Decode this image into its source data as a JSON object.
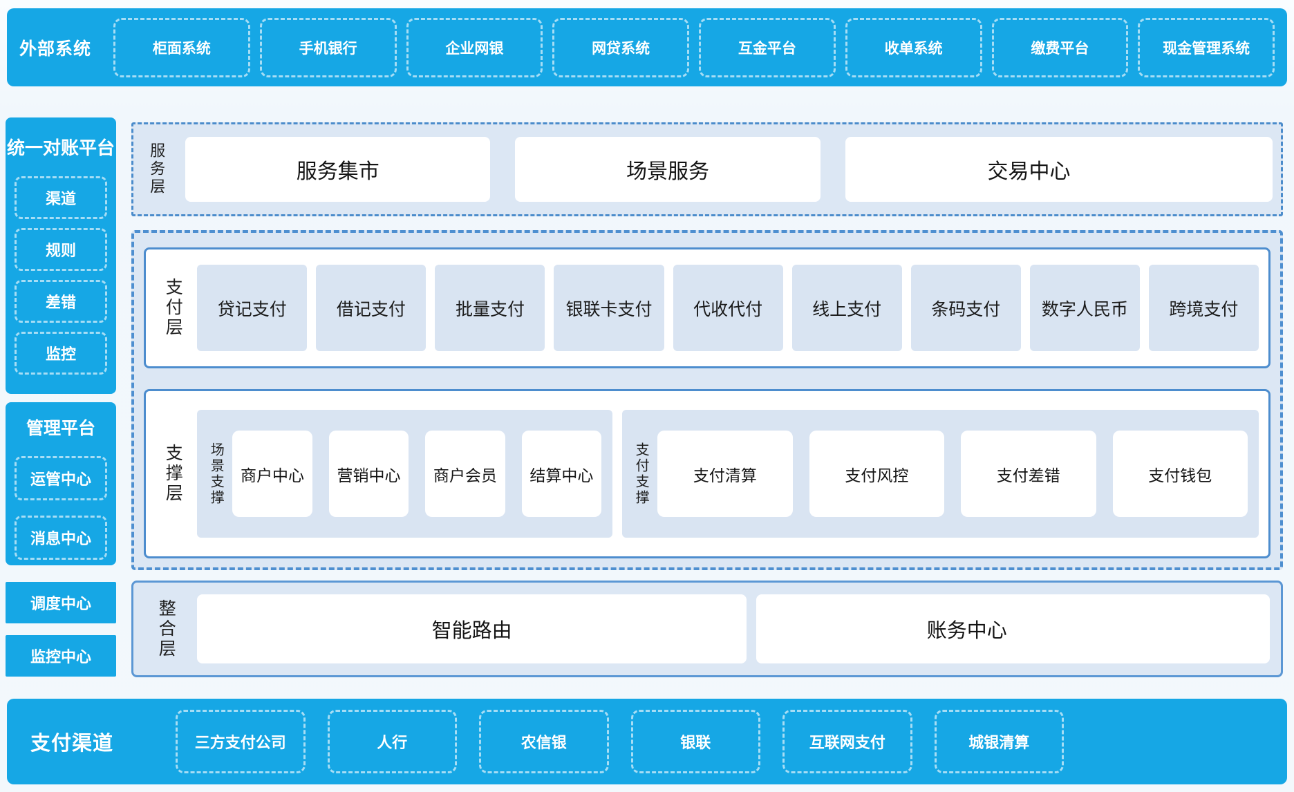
{
  "colors": {
    "primary_blue": "#16a7e5",
    "panel_bg": "#dce7f4",
    "item_bg": "#d9e4f2",
    "border_blue": "#4d8dce",
    "dashed_border_blue": "#4e8fd0",
    "text_dark": "#1b1b1b"
  },
  "external_systems": {
    "title": "外部系统",
    "items": [
      "柜面系统",
      "手机银行",
      "企业网银",
      "网贷系统",
      "互金平台",
      "收单系统",
      "缴费平台",
      "现金管理系统"
    ]
  },
  "sidebar": {
    "reconciliation_platform": {
      "title": "统一对账平台",
      "items": [
        "渠道",
        "规则",
        "差错",
        "监控"
      ]
    },
    "management_platform": {
      "title": "管理平台",
      "items": [
        "运管中心",
        "消息中心"
      ]
    },
    "dispatch_center": "调度中心",
    "monitor_center": "监控中心"
  },
  "service_layer": {
    "label": "服务层",
    "items": [
      "服务集市",
      "场景服务",
      "交易中心"
    ]
  },
  "payment_layer": {
    "label": "支付层",
    "items": [
      "贷记支付",
      "借记支付",
      "批量支付",
      "银联卡支付",
      "代收代付",
      "线上支付",
      "条码支付",
      "数字人民币",
      "跨境支付"
    ]
  },
  "support_layer": {
    "label": "支撑层",
    "groups": [
      {
        "label": "场景支撑",
        "items": [
          "商户中心",
          "营销中心",
          "商户会员",
          "结算中心"
        ]
      },
      {
        "label": "支付支撑",
        "items": [
          "支付清算",
          "支付风控",
          "支付差错",
          "支付钱包"
        ]
      }
    ]
  },
  "integration_layer": {
    "label": "整合层",
    "items": [
      "智能路由",
      "账务中心"
    ]
  },
  "payment_channels": {
    "title": "支付渠道",
    "items": [
      "三方支付公司",
      "人行",
      "农信银",
      "银联",
      "互联网支付",
      "城银清算"
    ]
  }
}
